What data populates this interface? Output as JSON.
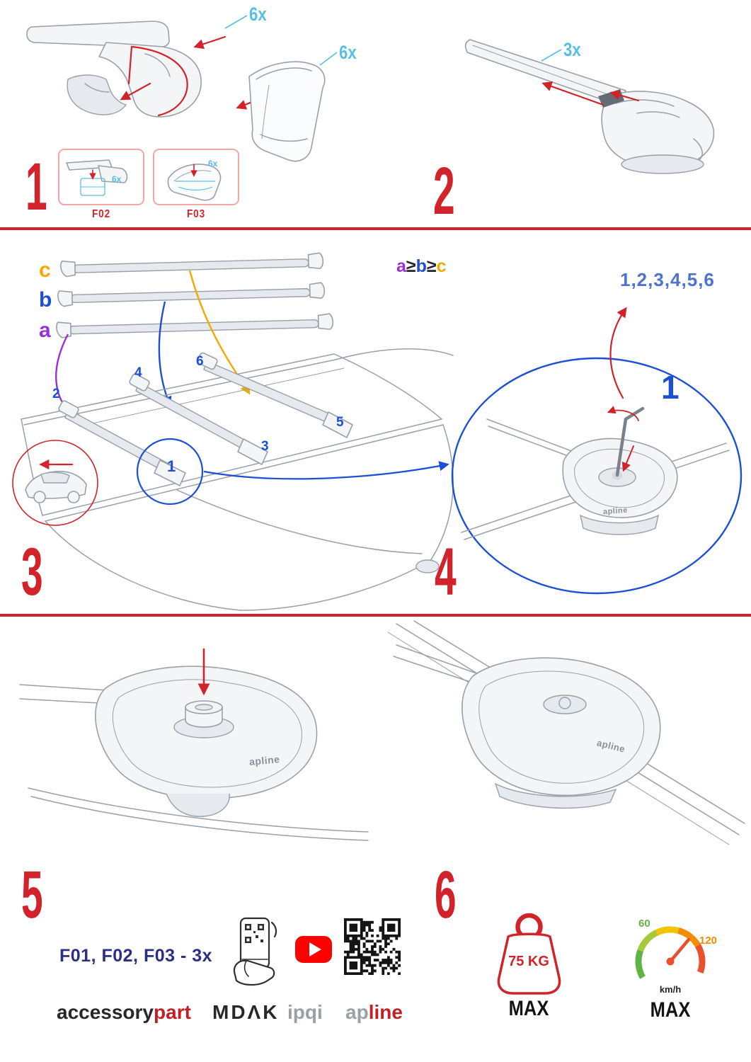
{
  "steps": {
    "n1": "1",
    "n2": "2",
    "n3": "3",
    "n4": "4",
    "n5": "5",
    "n6": "6"
  },
  "step1": {
    "qty_cover": "6x",
    "qty_cap": "6x",
    "inset1_label": "F02",
    "inset1_qty": "6x",
    "inset2_label": "F03",
    "inset2_qty": "6x"
  },
  "step2": {
    "qty": "3x"
  },
  "step3": {
    "label_c": "c",
    "label_b": "b",
    "label_a": "a",
    "rule_a": "a",
    "rule_ge1": "≥",
    "rule_b": "b",
    "rule_ge2": "≥",
    "rule_c": "c",
    "pos1": "1",
    "pos2": "2",
    "pos3": "3",
    "pos4": "4",
    "pos5": "5",
    "pos6": "6"
  },
  "step4": {
    "sequence": "1,2,3,4,5,6",
    "first": "1",
    "part_brand": "apline"
  },
  "step5": {
    "part_brand": "apline"
  },
  "step6": {
    "part_brand": "apline"
  },
  "footer": {
    "parts_line": "F01, F02, F03 - 3x",
    "brand_accessory": "accessory",
    "brand_part": "part",
    "brand_mdak": "MDΛK",
    "brand_ipqi": "ipqi",
    "brand_ap": "ap",
    "brand_line": "line",
    "weight_value": "75 KG",
    "weight_max": "MAX",
    "speed_low": "60",
    "speed_high": "120",
    "speed_unit": "km/h",
    "speed_max": "MAX"
  },
  "colors": {
    "red": "#d2232a",
    "cyan": "#54c0e8",
    "blue": "#1c4fd7",
    "purple": "#9b2fd6",
    "orange": "#f2a900",
    "navy": "#2b2e83",
    "seq-blue": "#4d73cc",
    "brand-dark": "#29272a",
    "brand-red": "#c32026",
    "brand-gray": "#9aa0a4",
    "youtube-red": "#ff0000",
    "speed-green": "#62b346",
    "speed-lime": "#a6c83b",
    "speed-yellow": "#f2c400",
    "speed-orange": "#f28c00",
    "speed-red": "#e8502e",
    "line-gray": "#98a0a8"
  }
}
